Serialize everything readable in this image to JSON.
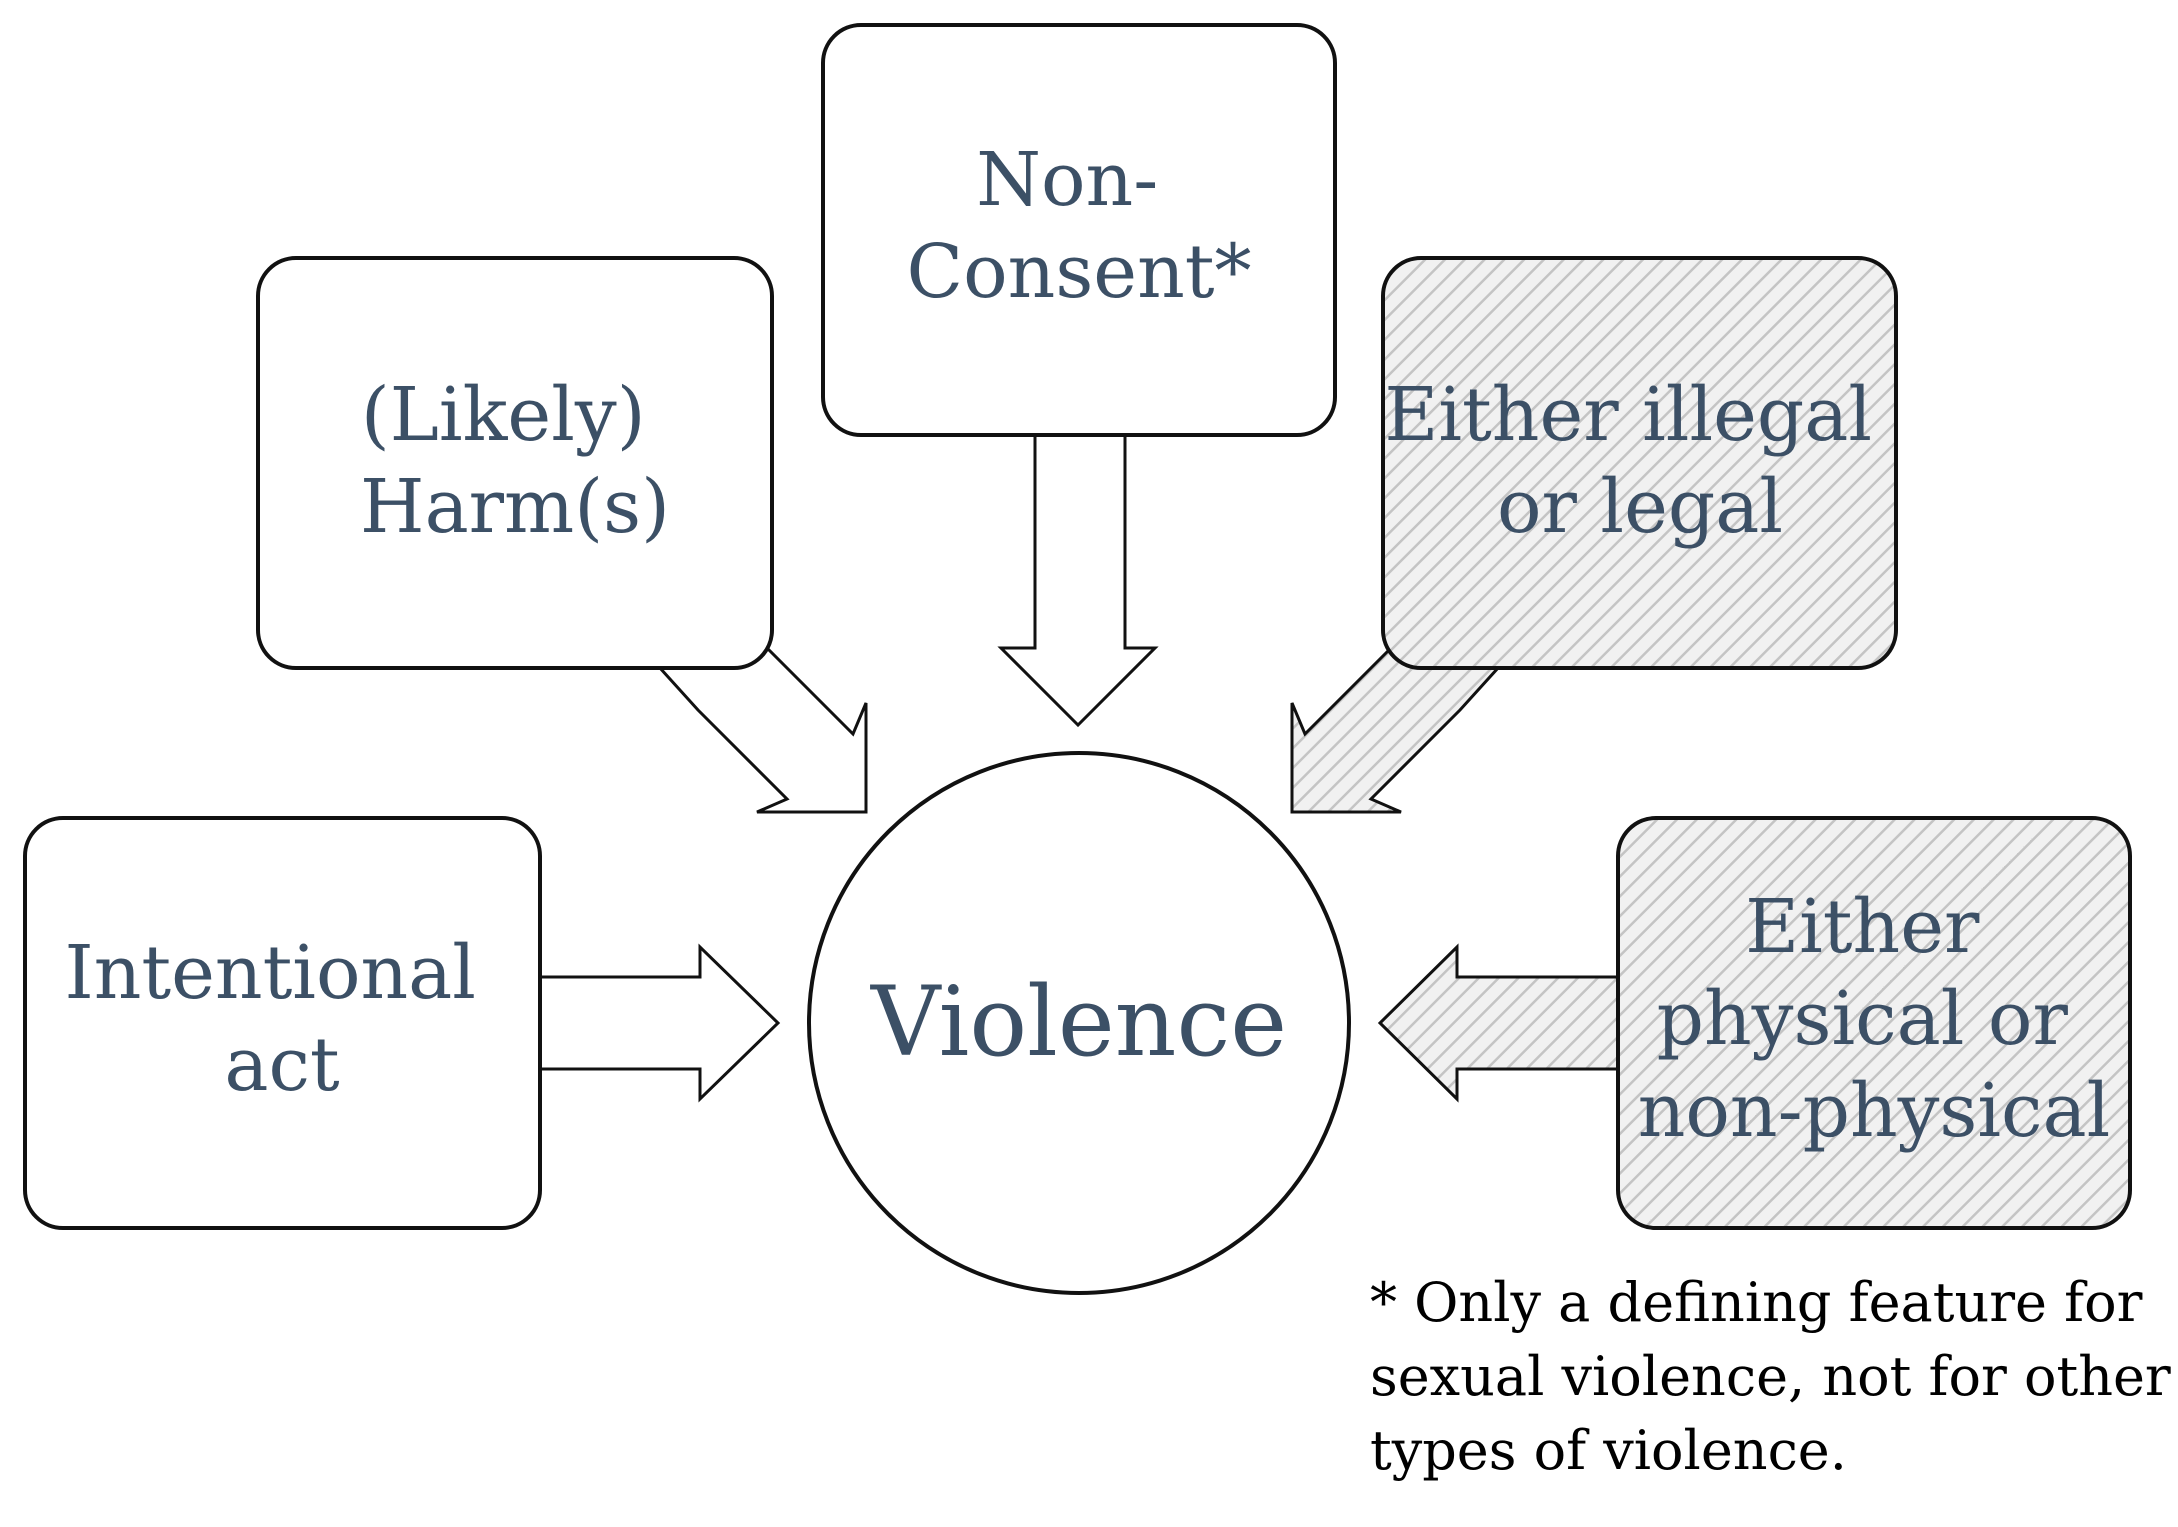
{
  "center": {
    "label": "Violence"
  },
  "features": [
    {
      "id": "non-consent",
      "lines": [
        "Non-",
        "Consent*"
      ],
      "style": "plain"
    },
    {
      "id": "likely-harm",
      "lines": [
        "(Likely)",
        "Harm(s)"
      ],
      "style": "plain"
    },
    {
      "id": "legality",
      "lines": [
        "Either illegal",
        "or legal"
      ],
      "style": "hatched"
    },
    {
      "id": "intentional-act",
      "lines": [
        "Intentional",
        "act"
      ],
      "style": "plain"
    },
    {
      "id": "physicality",
      "lines": [
        "Either",
        "physical or",
        "non-physical"
      ],
      "style": "hatched"
    }
  ],
  "footnote": {
    "lines": [
      "* Only a defining feature for",
      "sexual violence, not for other",
      "types of violence."
    ]
  },
  "colors": {
    "text": "#3c5066",
    "stroke": "#111111",
    "hatch_line": "#c4c4c4",
    "hatch_bg": "#f1f1f1"
  }
}
